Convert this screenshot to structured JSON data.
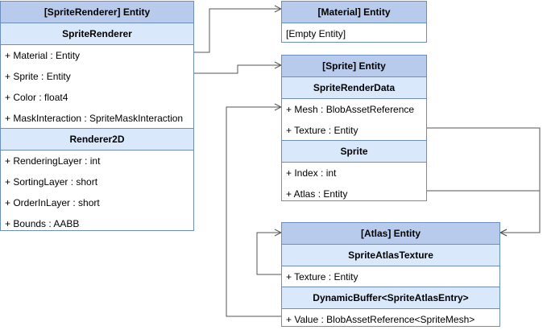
{
  "sprite_renderer_entity": {
    "title": "[SpriteRenderer] Entity",
    "section1": "SpriteRenderer",
    "fields1": [
      "+ Material : Entity",
      "+ Sprite : Entity",
      "+ Color : float4",
      "+ MaskInteraction : SpriteMaskInteraction"
    ],
    "section2": "Renderer2D",
    "fields2": [
      "+ RenderingLayer : int",
      "+ SortingLayer : short",
      "+ OrderInLayer : short",
      "+ Bounds : AABB"
    ]
  },
  "material_entity": {
    "title": "[Material] Entity",
    "fields": [
      "[Empty Entity]"
    ]
  },
  "sprite_entity": {
    "title": "[Sprite] Entity",
    "section1": "SpriteRenderData",
    "fields1": [
      "+ Mesh : BlobAssetReference",
      "+ Texture : Entity"
    ],
    "section2": "Sprite",
    "fields2": [
      "+ Index : int",
      "+ Atlas : Entity"
    ]
  },
  "atlas_entity": {
    "title": "[Atlas] Entity",
    "section1": "SpriteAtlasTexture",
    "fields1": [
      "+ Texture : Entity"
    ],
    "section2": "DynamicBuffer<SpriteAtlasEntry>",
    "fields2": [
      "+ Value : BlobAssetReference<SpriteMesh>"
    ]
  },
  "colors": {
    "header": "#b9cbec",
    "section": "#dae8fc",
    "border": "#6c8ebf",
    "edge": "#555555"
  }
}
